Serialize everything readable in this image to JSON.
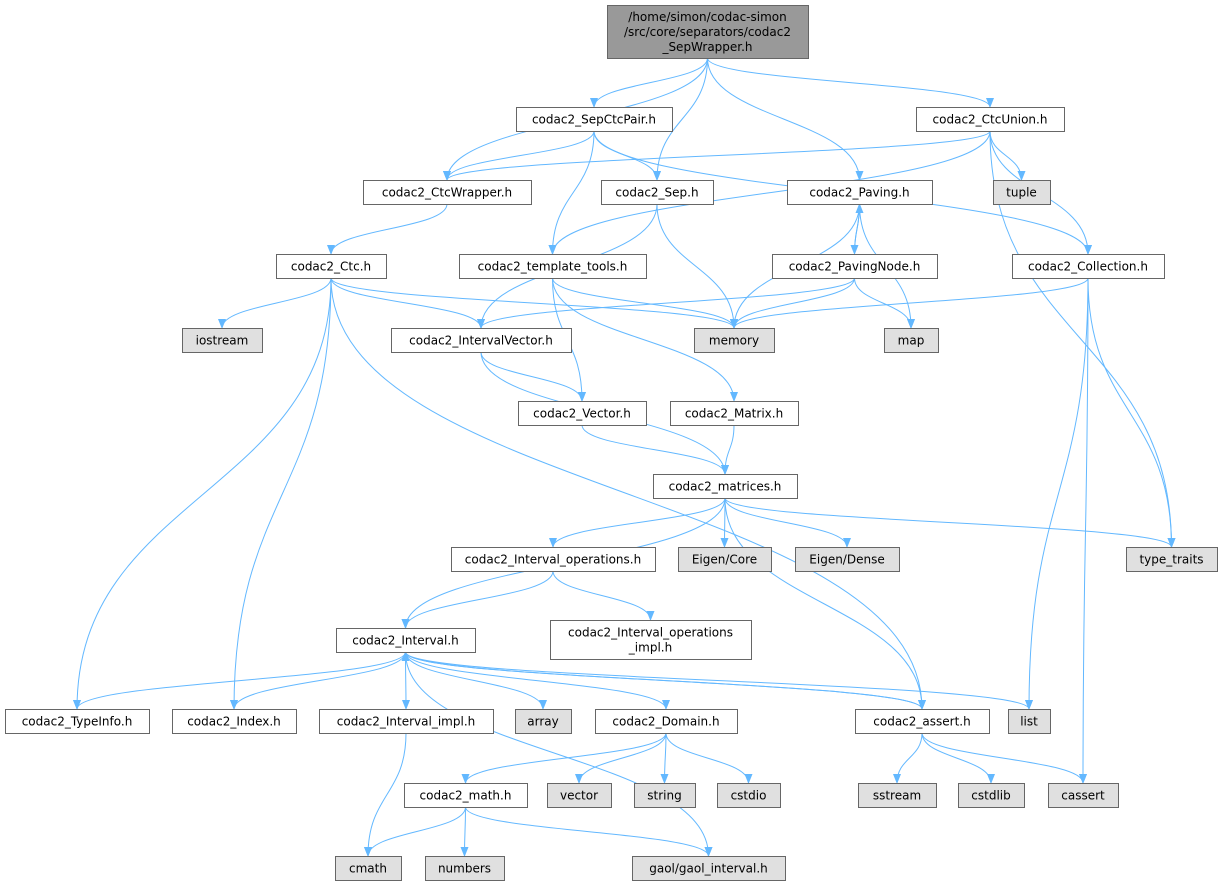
{
  "graph": {
    "title": "Include dependency graph",
    "colors": {
      "root": "#999999",
      "local": "#ffffff",
      "system": "#e0e0e0",
      "edge": "#63b8ff"
    },
    "nodes": [
      {
        "id": "root",
        "lines": [
          "/home/simon/codac-simon",
          "/src/core/separators/codac2",
          "_SepWrapper.h"
        ],
        "kind": "root"
      },
      {
        "id": "sepctcpair",
        "lines": [
          "codac2_SepCtcPair.h"
        ],
        "kind": "local"
      },
      {
        "id": "ctcunion",
        "lines": [
          "codac2_CtcUnion.h"
        ],
        "kind": "local"
      },
      {
        "id": "ctcwrapper",
        "lines": [
          "codac2_CtcWrapper.h"
        ],
        "kind": "local"
      },
      {
        "id": "sep",
        "lines": [
          "codac2_Sep.h"
        ],
        "kind": "local"
      },
      {
        "id": "tuple",
        "lines": [
          "tuple"
        ],
        "kind": "system"
      },
      {
        "id": "paving",
        "lines": [
          "codac2_Paving.h"
        ],
        "kind": "local"
      },
      {
        "id": "ctc",
        "lines": [
          "codac2_Ctc.h"
        ],
        "kind": "local"
      },
      {
        "id": "templatetools",
        "lines": [
          "codac2_template_tools.h"
        ],
        "kind": "local"
      },
      {
        "id": "pavingnode",
        "lines": [
          "codac2_PavingNode.h"
        ],
        "kind": "local"
      },
      {
        "id": "collection",
        "lines": [
          "codac2_Collection.h"
        ],
        "kind": "local"
      },
      {
        "id": "iostream",
        "lines": [
          "iostream"
        ],
        "kind": "system"
      },
      {
        "id": "memory",
        "lines": [
          "memory"
        ],
        "kind": "system"
      },
      {
        "id": "map",
        "lines": [
          "map"
        ],
        "kind": "system"
      },
      {
        "id": "intervalvector",
        "lines": [
          "codac2_IntervalVector.h"
        ],
        "kind": "local"
      },
      {
        "id": "vectorh",
        "lines": [
          "codac2_Vector.h"
        ],
        "kind": "local"
      },
      {
        "id": "matrix",
        "lines": [
          "codac2_Matrix.h"
        ],
        "kind": "local"
      },
      {
        "id": "matrices",
        "lines": [
          "codac2_matrices.h"
        ],
        "kind": "local"
      },
      {
        "id": "intervalops",
        "lines": [
          "codac2_Interval_operations.h"
        ],
        "kind": "local"
      },
      {
        "id": "eigencore",
        "lines": [
          "Eigen/Core"
        ],
        "kind": "system"
      },
      {
        "id": "eigendense",
        "lines": [
          "Eigen/Dense"
        ],
        "kind": "system"
      },
      {
        "id": "typetraits",
        "lines": [
          "type_traits"
        ],
        "kind": "system"
      },
      {
        "id": "intervalopsimpl",
        "lines": [
          "codac2_Interval_operations",
          "_impl.h"
        ],
        "kind": "local"
      },
      {
        "id": "interval",
        "lines": [
          "codac2_Interval.h"
        ],
        "kind": "local"
      },
      {
        "id": "typeinfo",
        "lines": [
          "codac2_TypeInfo.h"
        ],
        "kind": "local"
      },
      {
        "id": "index",
        "lines": [
          "codac2_Index.h"
        ],
        "kind": "local"
      },
      {
        "id": "intervalimpl",
        "lines": [
          "codac2_Interval_impl.h"
        ],
        "kind": "local"
      },
      {
        "id": "array",
        "lines": [
          "array"
        ],
        "kind": "system"
      },
      {
        "id": "domain",
        "lines": [
          "codac2_Domain.h"
        ],
        "kind": "local"
      },
      {
        "id": "assert",
        "lines": [
          "codac2_assert.h"
        ],
        "kind": "local"
      },
      {
        "id": "list",
        "lines": [
          "list"
        ],
        "kind": "system"
      },
      {
        "id": "math",
        "lines": [
          "codac2_math.h"
        ],
        "kind": "local"
      },
      {
        "id": "vector",
        "lines": [
          "vector"
        ],
        "kind": "system"
      },
      {
        "id": "string",
        "lines": [
          "string"
        ],
        "kind": "system"
      },
      {
        "id": "cstdio",
        "lines": [
          "cstdio"
        ],
        "kind": "system"
      },
      {
        "id": "sstream",
        "lines": [
          "sstream"
        ],
        "kind": "system"
      },
      {
        "id": "cstdlib",
        "lines": [
          "cstdlib"
        ],
        "kind": "system"
      },
      {
        "id": "cassert",
        "lines": [
          "cassert"
        ],
        "kind": "system"
      },
      {
        "id": "cmath",
        "lines": [
          "cmath"
        ],
        "kind": "system"
      },
      {
        "id": "numbers",
        "lines": [
          "numbers"
        ],
        "kind": "system"
      },
      {
        "id": "gaol",
        "lines": [
          "gaol/gaol_interval.h"
        ],
        "kind": "system"
      }
    ],
    "edges": [
      [
        "root",
        "ctcwrapper"
      ],
      [
        "root",
        "sepctcpair"
      ],
      [
        "root",
        "sep"
      ],
      [
        "root",
        "paving"
      ],
      [
        "root",
        "ctcunion"
      ],
      [
        "sepctcpair",
        "ctcwrapper"
      ],
      [
        "sepctcpair",
        "sep"
      ],
      [
        "sepctcpair",
        "templatetools"
      ],
      [
        "sepctcpair",
        "collection"
      ],
      [
        "ctcunion",
        "ctcwrapper"
      ],
      [
        "ctcunion",
        "templatetools"
      ],
      [
        "ctcunion",
        "tuple"
      ],
      [
        "ctcunion",
        "collection"
      ],
      [
        "ctcunion",
        "typetraits"
      ],
      [
        "ctcwrapper",
        "ctc"
      ],
      [
        "sep",
        "intervalvector"
      ],
      [
        "sep",
        "memory"
      ],
      [
        "paving",
        "pavingnode"
      ],
      [
        "paving",
        "memory"
      ],
      [
        "paving",
        "map"
      ],
      [
        "pavingnode",
        "paving"
      ],
      [
        "pavingnode",
        "intervalvector"
      ],
      [
        "pavingnode",
        "memory"
      ],
      [
        "pavingnode",
        "map"
      ],
      [
        "ctc",
        "iostream"
      ],
      [
        "ctc",
        "intervalvector"
      ],
      [
        "ctc",
        "memory"
      ],
      [
        "ctc",
        "typeinfo"
      ],
      [
        "ctc",
        "index"
      ],
      [
        "ctc",
        "assert"
      ],
      [
        "templatetools",
        "memory"
      ],
      [
        "templatetools",
        "vectorh"
      ],
      [
        "templatetools",
        "matrix"
      ],
      [
        "collection",
        "memory"
      ],
      [
        "collection",
        "list"
      ],
      [
        "collection",
        "typetraits"
      ],
      [
        "collection",
        "cassert"
      ],
      [
        "intervalvector",
        "vectorh"
      ],
      [
        "intervalvector",
        "matrices"
      ],
      [
        "vectorh",
        "matrices"
      ],
      [
        "matrix",
        "matrices"
      ],
      [
        "matrices",
        "interval"
      ],
      [
        "matrices",
        "intervalops"
      ],
      [
        "matrices",
        "eigencore"
      ],
      [
        "matrices",
        "eigendense"
      ],
      [
        "matrices",
        "typetraits"
      ],
      [
        "matrices",
        "assert"
      ],
      [
        "intervalops",
        "interval"
      ],
      [
        "intervalops",
        "intervalopsimpl"
      ],
      [
        "interval",
        "typeinfo"
      ],
      [
        "interval",
        "index"
      ],
      [
        "interval",
        "intervalimpl"
      ],
      [
        "interval",
        "array"
      ],
      [
        "interval",
        "domain"
      ],
      [
        "interval",
        "assert"
      ],
      [
        "interval",
        "list"
      ],
      [
        "interval",
        "gaol"
      ],
      [
        "assert",
        "interval"
      ],
      [
        "assert",
        "sstream"
      ],
      [
        "assert",
        "cstdlib"
      ],
      [
        "assert",
        "cassert"
      ],
      [
        "intervalimpl",
        "cmath"
      ],
      [
        "domain",
        "math"
      ],
      [
        "domain",
        "vector"
      ],
      [
        "domain",
        "string"
      ],
      [
        "domain",
        "cstdio"
      ],
      [
        "math",
        "cmath"
      ],
      [
        "math",
        "numbers"
      ],
      [
        "math",
        "gaol"
      ]
    ]
  }
}
